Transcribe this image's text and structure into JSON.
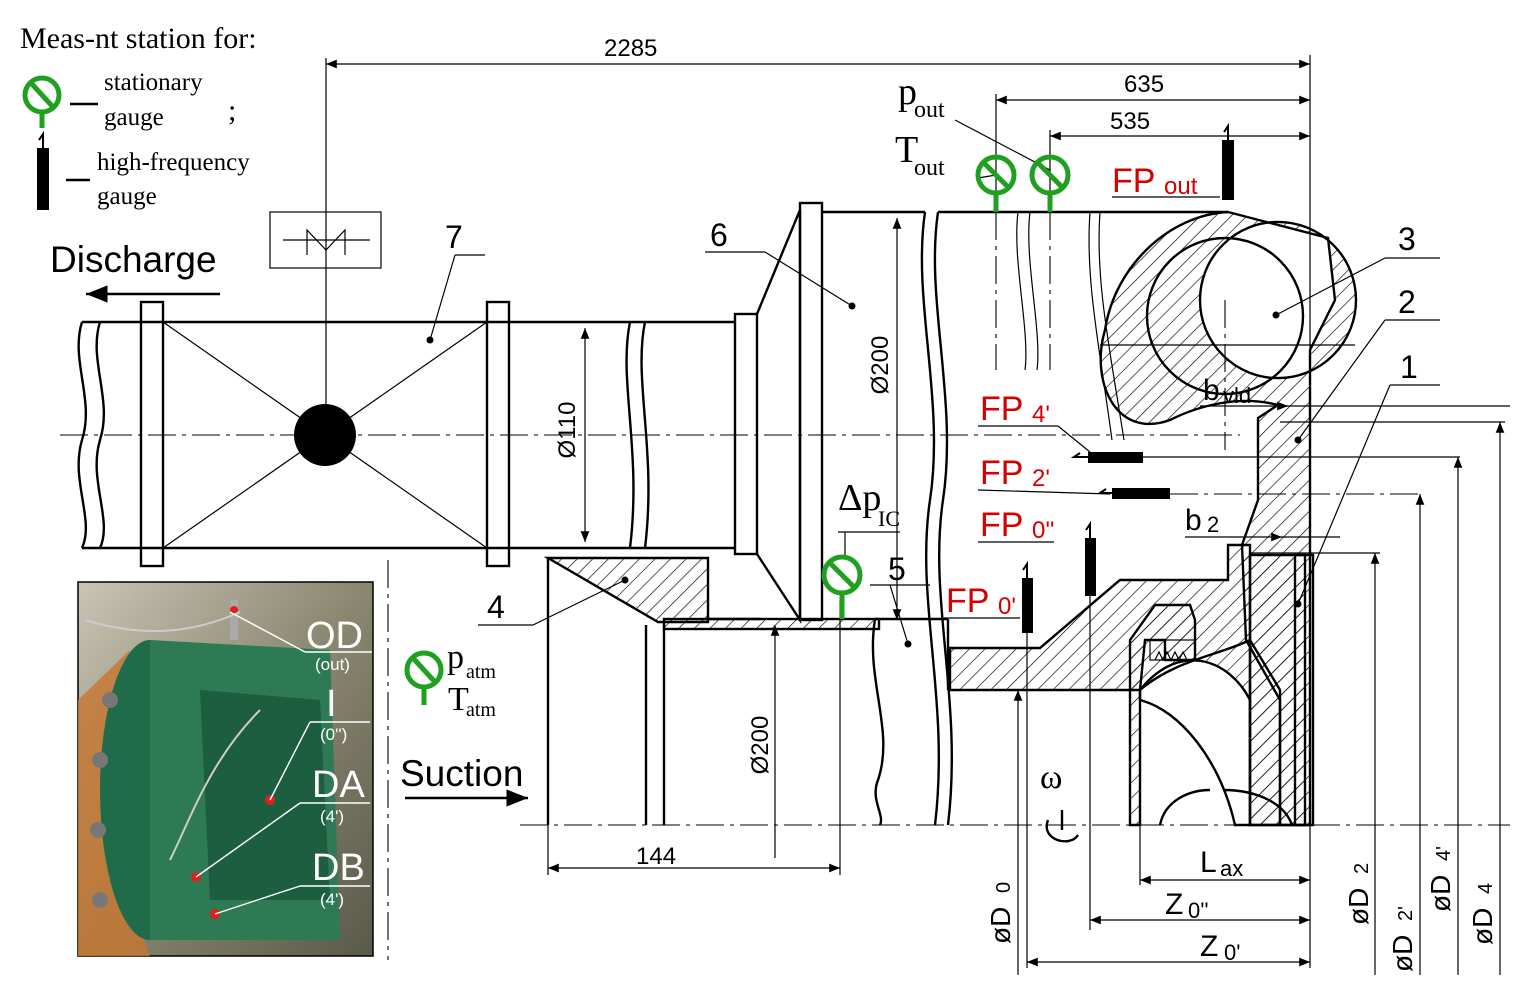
{
  "legend": {
    "title": "Meas-nt station for:",
    "stationary_line1": "stationary",
    "stationary_line2": "gauge",
    "separator": ";",
    "hf_line1": "high-frequency",
    "hf_line2": "gauge",
    "stationary_color": "#1fa01f"
  },
  "flow": {
    "discharge": "Discharge",
    "suction": "Suction"
  },
  "dimensions": {
    "total_length": "2285",
    "d635": "635",
    "d535": "535",
    "d110": "Ø110",
    "d200_upper": "Ø200",
    "d200_lower": "Ø200",
    "d144": "144"
  },
  "part_numbers": [
    "7",
    "6",
    "3",
    "2",
    "1",
    "4",
    "5"
  ],
  "measurements": {
    "p_out": "p",
    "p_out_sub": "out",
    "T_out": "T",
    "T_out_sub": "out",
    "dp_ic": "Δp",
    "dp_ic_sub": "IC",
    "p_atm": "p",
    "p_atm_sub": "atm",
    "T_atm": "T",
    "T_atm_sub": "atm"
  },
  "fp_labels": {
    "fp_out": "FP",
    "fp_out_sub": "out",
    "fp4": "FP",
    "fp4_sub": "4'",
    "fp2": "FP",
    "fp2_sub": "2'",
    "fp0pp": "FP",
    "fp0pp_sub": "0''",
    "fp0p": "FP",
    "fp0p_sub": "0'",
    "color": "#d40000"
  },
  "geometry_labels": {
    "b_vld": "b",
    "b_vld_sub": "vld",
    "b2": "b",
    "b2_sub": "2",
    "omega": "ω",
    "L_ax": "L",
    "L_ax_sub": "ax",
    "Z0pp": "Z",
    "Z0pp_sub": "0''",
    "Z0p": "Z",
    "Z0p_sub": "0'",
    "D0": "øD",
    "D0_sub": "0",
    "D2": "øD",
    "D2_sub": "2",
    "D2p": "øD",
    "D2p_sub": "2'",
    "D4p": "øD",
    "D4p_sub": "4'",
    "D4": "øD",
    "D4_sub": "4"
  },
  "photo": {
    "od": "OD",
    "od_sub": "(out)",
    "i": "I",
    "i_sub": "(0'')",
    "da": "DA",
    "da_sub": "(4')",
    "db": "DB",
    "db_sub": "(4')"
  }
}
